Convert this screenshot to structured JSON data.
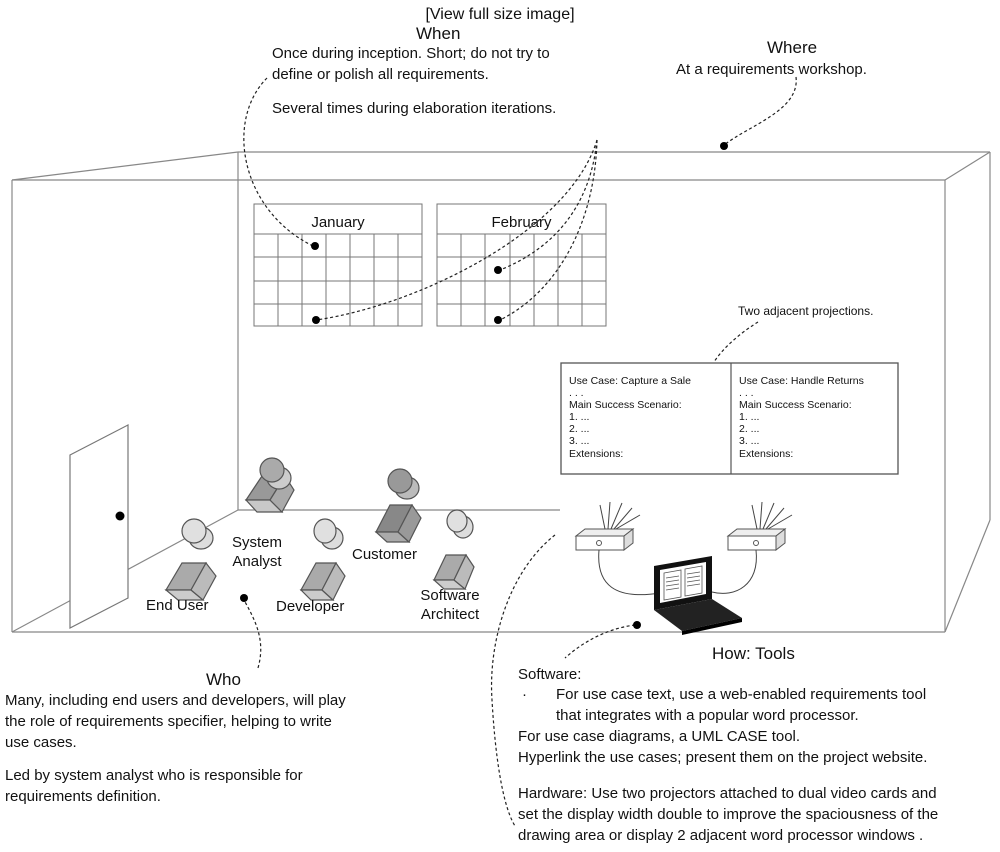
{
  "header": {
    "view_full_size": "[View full size image]"
  },
  "when": {
    "title": "When",
    "line1": "Once during inception. Short; do not try to",
    "line2": "define or polish all requirements.",
    "line3": "Several times during elaboration iterations."
  },
  "where": {
    "title": "Where",
    "text": "At a requirements workshop."
  },
  "calendar": {
    "month1": "January",
    "month2": "February"
  },
  "projection": {
    "caption": "Two adjacent projections.",
    "left": {
      "title": "Use Case: Capture a Sale",
      "dots": ". . .",
      "scenario": "Main Success Scenario:",
      "s1": "1. ...",
      "s2": "2. ...",
      "s3": "3. ...",
      "ext": "Extensions:"
    },
    "right": {
      "title": "Use Case: Handle Returns",
      "dots": ". . .",
      "scenario": "Main Success Scenario:",
      "s1": "1. ...",
      "s2": "2. ...",
      "s3": "3. ...",
      "ext": "Extensions:"
    }
  },
  "people": {
    "end_user": "End User",
    "system_analyst_1": "System",
    "system_analyst_2": "Analyst",
    "developer": "Developer",
    "customer": "Customer",
    "architect_1": "Software",
    "architect_2": "Architect"
  },
  "who": {
    "title": "Who",
    "line1": "Many, including end users and developers, will play",
    "line2": "the role of requirements specifier, helping to write",
    "line3": "use cases.",
    "line4": "Led by system analyst who is responsible for",
    "line5": "requirements definition."
  },
  "how": {
    "title": "How: Tools",
    "software": "Software:",
    "bullet": "·",
    "sw1a": "For use case text, use a web-enabled requirements tool",
    "sw1b": "that integrates with a popular word processor.",
    "sw2": "For use case diagrams, a UML CASE tool.",
    "sw3": "Hyperlink the use cases; present them on the project website.",
    "hw1": "Hardware: Use two projectors attached to dual video cards and",
    "hw2": "set the display width double to improve the spaciousness of the",
    "hw3": "drawing area or display 2 adjacent word processor windows ."
  }
}
